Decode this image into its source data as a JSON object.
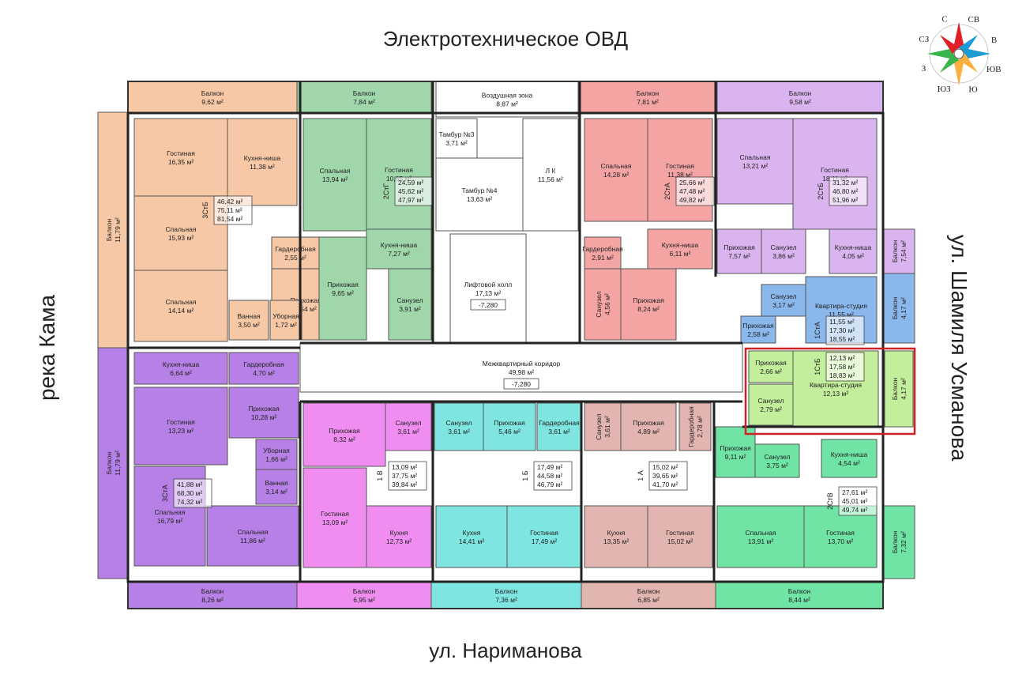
{
  "streets": {
    "top": "Электротехническое ОВД",
    "bottom": "ул. Нариманова",
    "left": "река Кама",
    "right": "ул. Шамиля Усманова"
  },
  "compass": {
    "labels": [
      "С",
      "СВ",
      "В",
      "ЮВ",
      "Ю",
      "ЮЗ",
      "З",
      "СЗ"
    ],
    "colors": [
      "#e21e26",
      "#1b9ad6",
      "#fbb040",
      "#39b54a"
    ]
  },
  "colors": {
    "orange": "#f7c8a5",
    "green": "#9fd6aa",
    "salmon": "#f5a4a4",
    "lavender": "#d9b4ef",
    "blue": "#8ab7ec",
    "lightgreen": "#c3ef9c",
    "purple": "#b680e6",
    "magenta": "#f08df0",
    "cyan": "#7fe5e0",
    "pink": "#e3b5b1",
    "mint": "#6fe4a5",
    "corridor": "#ffffff",
    "highlight": "#cc2222"
  },
  "rooms": [
    {
      "id": "o-balcony-top",
      "color": "orange",
      "name": "Балкон",
      "area": "9,62 м²",
      "r": [
        162,
        103,
        214,
        40
      ]
    },
    {
      "id": "o-living",
      "color": "orange",
      "name": "Гостиная",
      "area": "16,35 м²",
      "r": [
        170,
        150,
        118,
        98
      ]
    },
    {
      "id": "o-kitchen",
      "color": "orange",
      "name": "Кухня-ниша",
      "area": "11,38 м²",
      "r": [
        288,
        150,
        88,
        110
      ]
    },
    {
      "id": "o-balcony-left",
      "color": "orange",
      "name": "Балкон",
      "area": "11,79 м²",
      "vertical": true,
      "r": [
        124,
        142,
        38,
        298
      ]
    },
    {
      "id": "o-bed1",
      "color": "orange",
      "name": "Спальная",
      "area": "15,93 м²",
      "r": [
        170,
        248,
        118,
        94
      ]
    },
    {
      "id": "o-ward",
      "color": "orange",
      "name": "Гардеробная",
      "area": "2,55 м²",
      "r": [
        344,
        300,
        60,
        40
      ]
    },
    {
      "id": "o-hall",
      "color": "orange",
      "name": "Прихожая",
      "area": "9,54 м²",
      "r": [
        344,
        340,
        86,
        90
      ]
    },
    {
      "id": "o-bed2",
      "color": "orange",
      "name": "Спальная",
      "area": "14,14 м²",
      "r": [
        170,
        342,
        118,
        90
      ]
    },
    {
      "id": "o-bath",
      "color": "orange",
      "name": "Ванная",
      "area": "3,50 м²",
      "r": [
        290,
        380,
        50,
        50
      ]
    },
    {
      "id": "o-wc",
      "color": "orange",
      "name": "Уборная",
      "area": "1,72 м²",
      "r": [
        342,
        380,
        40,
        50
      ]
    },
    {
      "id": "g-balcony",
      "color": "green",
      "name": "Балкон",
      "area": "7,84 м²",
      "r": [
        376,
        103,
        170,
        40
      ]
    },
    {
      "id": "g-bed",
      "color": "green",
      "name": "Спальная",
      "area": "13,94 м²",
      "r": [
        384,
        150,
        80,
        142
      ]
    },
    {
      "id": "g-living",
      "color": "green",
      "name": "Гостиная",
      "area": "10,65 м²",
      "r": [
        464,
        150,
        82,
        140
      ]
    },
    {
      "id": "g-kitchen",
      "color": "green",
      "name": "Кухня-ниша",
      "area": "7,27 м²",
      "r": [
        464,
        290,
        82,
        50
      ]
    },
    {
      "id": "g-hall",
      "color": "green",
      "name": "Прихожая",
      "area": "9,65 м²",
      "r": [
        404,
        300,
        60,
        130
      ]
    },
    {
      "id": "g-wc",
      "color": "green",
      "name": "Санузел",
      "area": "3,91 м²",
      "r": [
        492,
        340,
        54,
        90
      ]
    },
    {
      "id": "w-air",
      "color": "corridor",
      "name": "Воздушная зона",
      "area": "8,87 м²",
      "r": [
        552,
        103,
        180,
        45
      ]
    },
    {
      "id": "w-t3",
      "color": "corridor",
      "name": "Тамбур №3",
      "area": "3,71 м²",
      "r": [
        552,
        150,
        52,
        50
      ]
    },
    {
      "id": "w-t4",
      "color": "corridor",
      "name": "Тамбур №4",
      "area": "13,63 м²",
      "r": [
        552,
        200,
        110,
        92
      ]
    },
    {
      "id": "w-lk",
      "color": "corridor",
      "name": "Л К",
      "area": "11,56 м²",
      "r": [
        662,
        150,
        70,
        142
      ]
    },
    {
      "id": "w-lift",
      "color": "corridor",
      "name": "Лифтовой холл",
      "area": "17,13 м²",
      "level": "-7,280",
      "r": [
        570,
        296,
        96,
        138
      ]
    },
    {
      "id": "w-corridor",
      "color": "corridor",
      "name": "Межквартирный коридор",
      "area": "49,98 м²",
      "level": "-7,280",
      "r": [
        380,
        434,
        560,
        62
      ]
    },
    {
      "id": "s-balcony",
      "color": "salmon",
      "name": "Балкон",
      "area": "7,81 м²",
      "r": [
        732,
        103,
        176,
        40
      ]
    },
    {
      "id": "s-bed",
      "color": "salmon",
      "name": "Спальная",
      "area": "14,28 м²",
      "r": [
        740,
        150,
        80,
        130
      ]
    },
    {
      "id": "s-living",
      "color": "salmon",
      "name": "Гостиная",
      "area": "11,38 м²",
      "r": [
        820,
        150,
        82,
        130
      ]
    },
    {
      "id": "s-ward",
      "color": "salmon",
      "name": "Гардеробная",
      "area": "2,91 м²",
      "r": [
        740,
        300,
        46,
        40
      ]
    },
    {
      "id": "s-kitchen",
      "color": "salmon",
      "name": "Кухня-ниша",
      "area": "6,11 м²",
      "r": [
        820,
        290,
        82,
        50
      ]
    },
    {
      "id": "s-wc",
      "color": "salmon",
      "name": "Санузел",
      "area": "4,56 м²",
      "vertical": true,
      "r": [
        740,
        340,
        46,
        90
      ]
    },
    {
      "id": "s-hall",
      "color": "salmon",
      "name": "Прихожая",
      "area": "8,24 м²",
      "r": [
        786,
        340,
        70,
        90
      ]
    },
    {
      "id": "l-balcony",
      "color": "lavender",
      "name": "Балкон",
      "area": "9,58 м²",
      "r": [
        908,
        103,
        210,
        40
      ]
    },
    {
      "id": "l-bed",
      "color": "lavender",
      "name": "Спальная",
      "area": "13,21 м²",
      "r": [
        908,
        150,
        96,
        108
      ]
    },
    {
      "id": "l-living",
      "color": "lavender",
      "name": "Гостиная",
      "area": "18,11 м²",
      "r": [
        1004,
        150,
        106,
        140
      ]
    },
    {
      "id": "l-hall",
      "color": "lavender",
      "name": "Прихожая",
      "area": "7,57 м²",
      "r": [
        908,
        290,
        56,
        56
      ]
    },
    {
      "id": "l-wc",
      "color": "lavender",
      "name": "Санузел",
      "area": "3,86 м²",
      "r": [
        964,
        290,
        56,
        56
      ]
    },
    {
      "id": "l-kitchen",
      "color": "lavender",
      "name": "Кухня-ниша",
      "area": "4,05 м²",
      "r": [
        1050,
        290,
        60,
        56
      ]
    },
    {
      "id": "l-balcony-right",
      "color": "lavender",
      "name": "Балкон",
      "area": "7,54 м²",
      "vertical": true,
      "r": [
        1118,
        290,
        40,
        56
      ]
    },
    {
      "id": "b-studio",
      "color": "blue",
      "name": "Квартира-студия",
      "area": "11,55 м²",
      "r": [
        1020,
        350,
        90,
        84
      ]
    },
    {
      "id": "b-wc",
      "color": "blue",
      "name": "Санузел",
      "area": "3,17 м²",
      "r": [
        964,
        360,
        56,
        40
      ]
    },
    {
      "id": "b-hall",
      "color": "blue",
      "name": "Прихожая",
      "area": "2,58 м²",
      "r": [
        938,
        400,
        44,
        34
      ]
    },
    {
      "id": "b-balcony",
      "color": "blue",
      "name": "Балкон",
      "area": "4,17 м²",
      "vertical": true,
      "r": [
        1118,
        346,
        40,
        88
      ]
    },
    {
      "id": "lg-hall",
      "color": "lightgreen",
      "name": "Прихожая",
      "area": "2,66 м²",
      "r": [
        948,
        444,
        56,
        40
      ]
    },
    {
      "id": "lg-wc",
      "color": "lightgreen",
      "name": "Санузел",
      "area": "2,79 м²",
      "r": [
        948,
        486,
        56,
        52
      ]
    },
    {
      "id": "lg-studio",
      "color": "lightgreen",
      "name": "Квартира-студия",
      "area": "12,13 м²",
      "r": [
        1004,
        444,
        108,
        96
      ]
    },
    {
      "id": "lg-balcony",
      "color": "lightgreen",
      "name": "Балкон",
      "area": "4,17 м²",
      "vertical": true,
      "r": [
        1120,
        444,
        36,
        96
      ]
    },
    {
      "id": "p-kitchen",
      "color": "purple",
      "name": "Кухня-ниша",
      "area": "6,64 м²",
      "r": [
        170,
        446,
        118,
        40
      ]
    },
    {
      "id": "p-ward",
      "color": "purple",
      "name": "Гардеробная",
      "area": "4,70 м²",
      "r": [
        290,
        446,
        88,
        40
      ]
    },
    {
      "id": "p-balcony-left",
      "color": "purple",
      "name": "Балкон",
      "area": "11,79 м²",
      "vertical": true,
      "r": [
        124,
        440,
        38,
        292
      ]
    },
    {
      "id": "p-living",
      "color": "purple",
      "name": "Гостиная",
      "area": "13,23 м²",
      "r": [
        170,
        490,
        118,
        98
      ]
    },
    {
      "id": "p-hall",
      "color": "purple",
      "name": "Прихожая",
      "area": "10,28 м²",
      "r": [
        290,
        490,
        88,
        64
      ]
    },
    {
      "id": "p-wc",
      "color": "purple",
      "name": "Уборная",
      "area": "1,66 м²",
      "r": [
        324,
        556,
        52,
        38
      ]
    },
    {
      "id": "p-bath",
      "color": "purple",
      "name": "Ванная",
      "area": "3,14 м²",
      "r": [
        324,
        594,
        52,
        44
      ]
    },
    {
      "id": "p-bed1",
      "color": "purple",
      "name": "Спальная",
      "area": "16,79 м²",
      "r": [
        170,
        590,
        90,
        126
      ]
    },
    {
      "id": "p-bed2",
      "color": "purple",
      "name": "Спальная",
      "area": "11,86 м²",
      "r": [
        262,
        640,
        116,
        76
      ]
    },
    {
      "id": "p-balcony",
      "color": "purple",
      "name": "Балкон",
      "area": "8,26 м²",
      "r": [
        162,
        736,
        214,
        34
      ]
    },
    {
      "id": "m-hall",
      "color": "magenta",
      "name": "Прихожая",
      "area": "8,32 м²",
      "r": [
        384,
        510,
        104,
        80
      ]
    },
    {
      "id": "m-wc",
      "color": "magenta",
      "name": "Санузел",
      "area": "3,61 м²",
      "r": [
        488,
        510,
        58,
        60
      ]
    },
    {
      "id": "m-living",
      "color": "magenta",
      "name": "Гостиная",
      "area": "13,09 м²",
      "r": [
        384,
        592,
        80,
        126
      ]
    },
    {
      "id": "m-kitchen",
      "color": "magenta",
      "name": "Кухня",
      "area": "12,73 м²",
      "r": [
        464,
        640,
        82,
        78
      ]
    },
    {
      "id": "m-balcony",
      "color": "magenta",
      "name": "Балкон",
      "area": "6,95 м²",
      "r": [
        376,
        736,
        170,
        34
      ]
    },
    {
      "id": "c-wc",
      "color": "cyan",
      "name": "Санузел",
      "area": "3,61 м²",
      "r": [
        550,
        510,
        62,
        60
      ]
    },
    {
      "id": "c-hall",
      "color": "cyan",
      "name": "Прихожая",
      "area": "5,46 м²",
      "r": [
        612,
        510,
        66,
        60
      ]
    },
    {
      "id": "c-ward",
      "color": "cyan",
      "name": "Гардеробная",
      "area": "3,61 м²",
      "r": [
        680,
        510,
        56,
        60
      ]
    },
    {
      "id": "c-kitchen",
      "color": "cyan",
      "name": "Кухня",
      "area": "14,41 м²",
      "r": [
        552,
        640,
        90,
        78
      ]
    },
    {
      "id": "c-living",
      "color": "cyan",
      "name": "Гостиная",
      "area": "17,49 м²",
      "r": [
        642,
        640,
        94,
        78
      ]
    },
    {
      "id": "c-balcony",
      "color": "cyan",
      "name": "Балкон",
      "area": "7,36 м²",
      "r": [
        546,
        736,
        190,
        34
      ]
    },
    {
      "id": "k-wc",
      "color": "pink",
      "name": "Санузел",
      "area": "3,61 м²",
      "vertical": true,
      "r": [
        740,
        510,
        46,
        60
      ]
    },
    {
      "id": "k-hall",
      "color": "pink",
      "name": "Прихожая",
      "area": "4,89 м²",
      "r": [
        786,
        510,
        70,
        60
      ]
    },
    {
      "id": "k-ward",
      "color": "pink",
      "name": "Гардеробная",
      "area": "2,78 м²",
      "vertical": true,
      "r": [
        860,
        510,
        40,
        60
      ]
    },
    {
      "id": "k-kitchen",
      "color": "pink",
      "name": "Кухня",
      "area": "13,35 м²",
      "r": [
        740,
        640,
        80,
        78
      ]
    },
    {
      "id": "k-living",
      "color": "pink",
      "name": "Гостиная",
      "area": "15,02 м²",
      "r": [
        820,
        640,
        82,
        78
      ]
    },
    {
      "id": "k-balcony",
      "color": "pink",
      "name": "Балкон",
      "area": "6,85 м²",
      "r": [
        736,
        736,
        170,
        34
      ]
    },
    {
      "id": "n-hall",
      "color": "mint",
      "name": "Прихожая",
      "area": "9,11 м²",
      "r": [
        906,
        540,
        50,
        64
      ]
    },
    {
      "id": "n-wc",
      "color": "mint",
      "name": "Санузел",
      "area": "3,75 м²",
      "r": [
        956,
        562,
        56,
        42
      ]
    },
    {
      "id": "n-kitchen",
      "color": "mint",
      "name": "Кухня-ниша",
      "area": "4,54 м²",
      "r": [
        1040,
        556,
        70,
        48
      ]
    },
    {
      "id": "n-bed",
      "color": "mint",
      "name": "Спальная",
      "area": "13,91 м²",
      "r": [
        908,
        640,
        110,
        78
      ]
    },
    {
      "id": "n-living",
      "color": "mint",
      "name": "Гостиная",
      "area": "13,70 м²",
      "r": [
        1018,
        640,
        92,
        78
      ]
    },
    {
      "id": "n-balcony-right",
      "color": "mint",
      "name": "Балкон",
      "area": "7,32 м²",
      "vertical": true,
      "r": [
        1118,
        640,
        40,
        92
      ]
    },
    {
      "id": "n-balcony",
      "color": "mint",
      "name": "Балкон",
      "area": "8,44 м²",
      "r": [
        906,
        736,
        212,
        34
      ]
    }
  ],
  "apartments": [
    {
      "id": "apt-3Cmb",
      "code": "3СтБ",
      "lines": [
        "46,42 м²",
        "75,11 м²",
        "81,54 м²"
      ],
      "p": [
        249,
        248
      ]
    },
    {
      "id": "apt-2CmG",
      "code": "2СтГ",
      "lines": [
        "24,59 м²",
        "45,62 м²",
        "47,97 м²"
      ],
      "p": [
        478,
        224
      ]
    },
    {
      "id": "apt-2CmA-s",
      "code": "2СтА",
      "lines": [
        "25,66 м²",
        "47,48 м²",
        "49,82 м²"
      ],
      "p": [
        834,
        224
      ]
    },
    {
      "id": "apt-2CmB",
      "code": "2СтБ",
      "lines": [
        "31,32 м²",
        "46,80 м²",
        "51,96 м²"
      ],
      "p": [
        1028,
        224
      ]
    },
    {
      "id": "apt-1CmA",
      "code": "1СтА",
      "lines": [
        "11,55 м²",
        "17,30 м²",
        "18,55 м²"
      ],
      "p": [
        1024,
        400
      ]
    },
    {
      "id": "apt-1Cmb",
      "code": "1СтБ",
      "lines": [
        "12,13 м²",
        "17,58 м²",
        "18,83 м²"
      ],
      "p": [
        1024,
        446
      ]
    },
    {
      "id": "apt-3CmA",
      "code": "3СтА",
      "lines": [
        "41,88 м²",
        "68,30 м²",
        "74,32 м²"
      ],
      "p": [
        198,
        606
      ]
    },
    {
      "id": "apt-1B",
      "code": "1 В",
      "lines": [
        "13,09 м²",
        "37,75 м²",
        "39,84 м²"
      ],
      "p": [
        470,
        584
      ]
    },
    {
      "id": "apt-1Б",
      "code": "1 Б",
      "lines": [
        "17,49 м²",
        "44,58 м²",
        "46,79 м²"
      ],
      "p": [
        654,
        584
      ]
    },
    {
      "id": "apt-1A",
      "code": "1 А",
      "lines": [
        "15,02 м²",
        "39,65 м²",
        "41,70 м²"
      ],
      "p": [
        800,
        584
      ]
    },
    {
      "id": "apt-2CmB-s",
      "code": "2СтВ",
      "lines": [
        "27,61 м²",
        "45,01 м²",
        "49,74 м²"
      ],
      "p": [
        1040,
        616
      ]
    }
  ]
}
